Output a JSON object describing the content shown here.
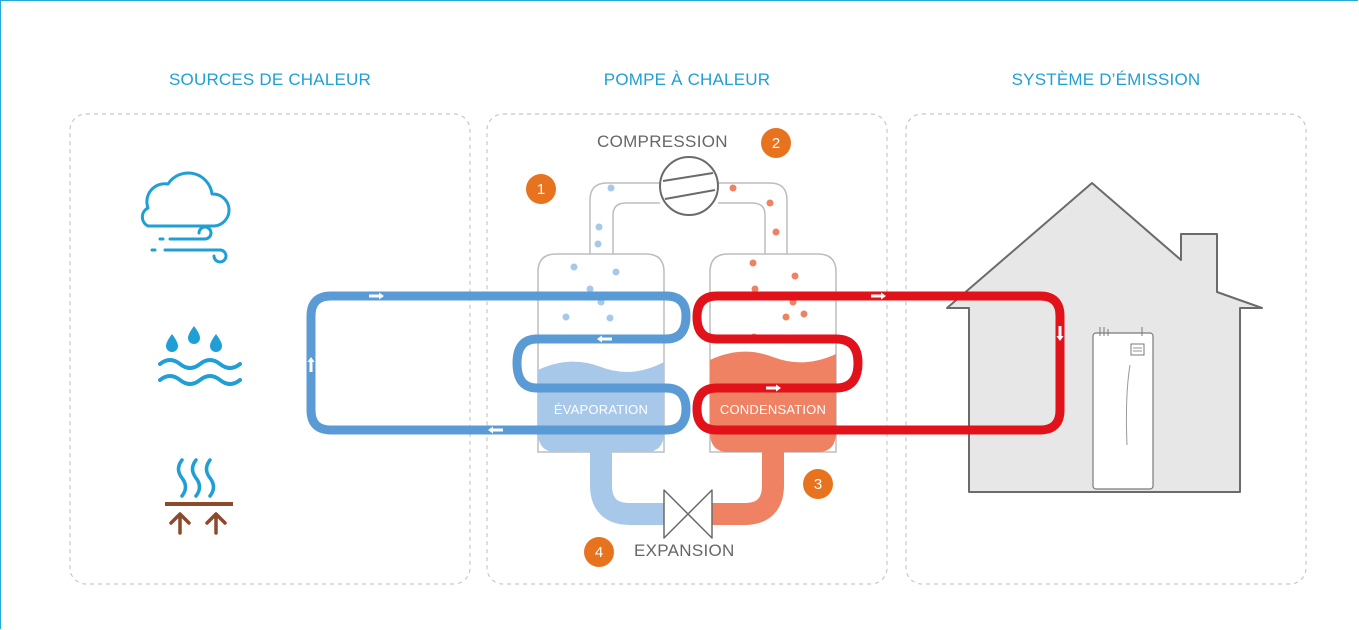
{
  "sections": {
    "sources": "SOURCES DE CHALEUR",
    "pump": "POMPE À CHALEUR",
    "emission": "SYSTÈME D’ÉMISSION"
  },
  "labels": {
    "compression": "COMPRESSION",
    "expansion": "EXPANSION",
    "evaporation": "ÉVAPORATION",
    "condensation": "CONDENSATION"
  },
  "steps": [
    "1",
    "2",
    "3",
    "4"
  ],
  "icons": [
    "cloud-wind-icon",
    "water-drops-icon",
    "ground-heat-icon",
    "compressor-icon",
    "expansion-valve-icon",
    "house-icon",
    "heat-pump-unit-icon"
  ],
  "colors": {
    "title_blue": "#1f9fd6",
    "cold_loop": "#5b9bd5",
    "hot_loop": "#e2121b",
    "evaporator_fill": "#a7c8e8",
    "condenser_fill": "#ef8263",
    "badge": "#e8731e",
    "ground": "#8b4a2b"
  }
}
